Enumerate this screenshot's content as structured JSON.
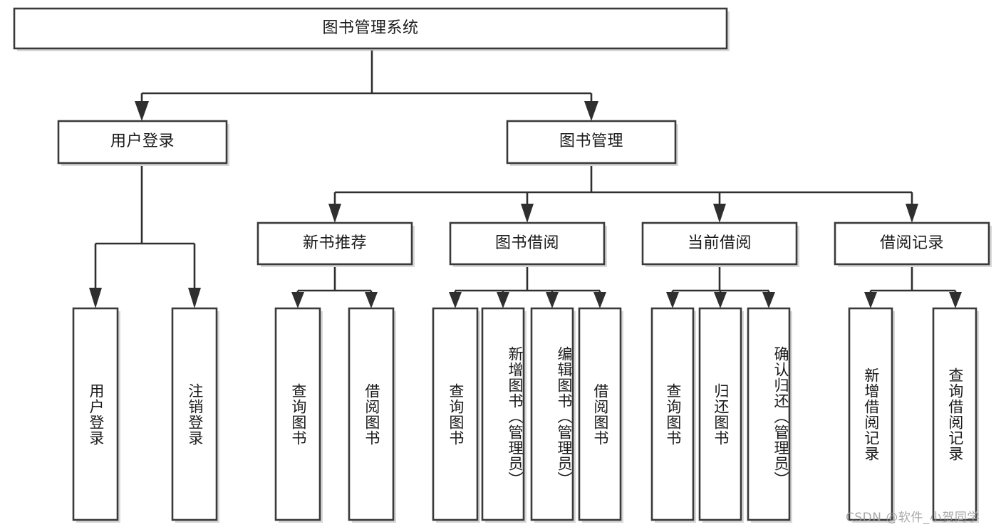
{
  "diagram": {
    "type": "hierarchy-tree",
    "title": "图书管理系统",
    "root": {
      "label": "图书管理系统",
      "level": 0
    },
    "level1": [
      {
        "label": "用户登录"
      },
      {
        "label": "图书管理"
      }
    ],
    "level2": [
      {
        "label": "新书推荐",
        "parent": "图书管理"
      },
      {
        "label": "图书借阅",
        "parent": "图书管理"
      },
      {
        "label": "当前借阅",
        "parent": "图书管理"
      },
      {
        "label": "借阅记录",
        "parent": "图书管理"
      }
    ],
    "leaves_user_login": [
      {
        "label": "用户登录"
      },
      {
        "label": "注销登录"
      }
    ],
    "leaves_new_book": [
      {
        "label": "查询图书"
      },
      {
        "label": "借阅图书"
      }
    ],
    "leaves_borrow": [
      {
        "label": "查询图书"
      },
      {
        "label": "新增图书（管理员）"
      },
      {
        "label": "编辑图书（管理员）"
      },
      {
        "label": "借阅图书"
      }
    ],
    "leaves_current": [
      {
        "label": "查询图书"
      },
      {
        "label": "归还图书"
      },
      {
        "label": "确认归还（管理员）"
      }
    ],
    "leaves_record": [
      {
        "label": "新增借阅记录"
      },
      {
        "label": "查询借阅记录"
      }
    ],
    "watermark": "CSDN @软件_小贺同学",
    "colors": {
      "background": "#ffffff",
      "box_stroke": "#3a3a3a",
      "edge_stroke": "#2f2f2f",
      "text": "#1a1a1a",
      "watermark": "#9a9a9a"
    }
  }
}
